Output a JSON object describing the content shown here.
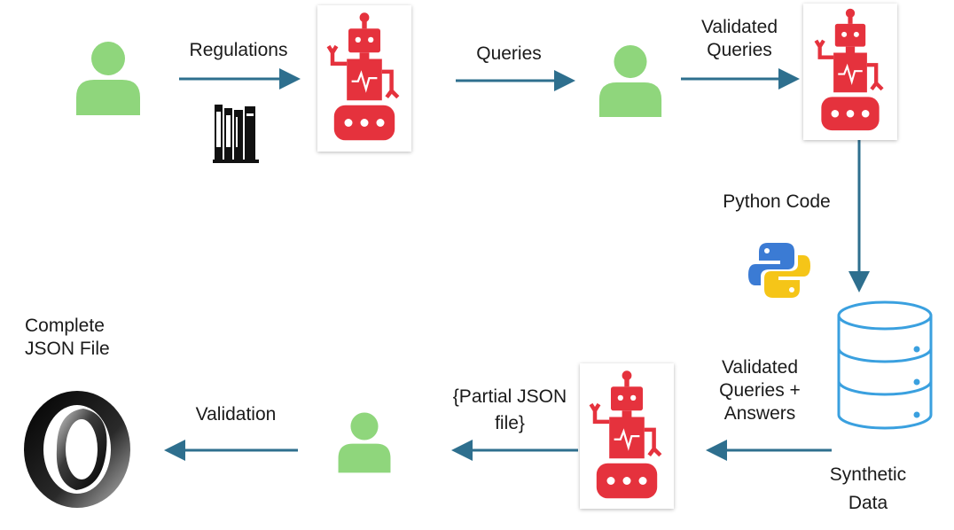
{
  "labels": {
    "regulations": "Regulations",
    "queries": "Queries",
    "validated_queries_1": "Validated",
    "validated_queries_2": "Queries",
    "python_code": "Python Code",
    "synthetic_1": "Synthetic",
    "synthetic_2": "Data",
    "vqa_1": "Validated",
    "vqa_2": "Queries +",
    "vqa_3": "Answers",
    "partial_1": "{Partial JSON",
    "partial_2": "file}",
    "validation": "Validation",
    "complete_1": "Complete",
    "complete_2": "JSON File"
  },
  "colors": {
    "person": "#8fd67c",
    "robot": "#e5323d",
    "arrow": "#2e6f8e",
    "database": "#3aa0df",
    "python_blue": "#3b7bd4",
    "python_yellow": "#f5c518"
  },
  "icons": {
    "user": "user-icon",
    "robot": "robot-icon",
    "books": "books-icon",
    "python": "python-logo-icon",
    "database": "database-icon",
    "json": "json-logo-icon"
  }
}
